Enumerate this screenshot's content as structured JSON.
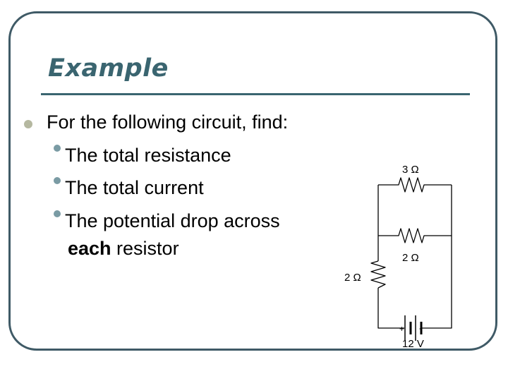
{
  "title": "Example",
  "intro": "For the following circuit, find:",
  "items": [
    "The total resistance",
    "The total current",
    "The potential drop across"
  ],
  "continuation": {
    "bold": "each",
    "rest": " resistor"
  },
  "circuit": {
    "top_resistor": "3 Ω",
    "middle_resistor": "2 Ω",
    "left_resistor": "2 Ω",
    "battery_plus": "+",
    "battery_minus": "-",
    "battery_voltage": "12 V"
  }
}
